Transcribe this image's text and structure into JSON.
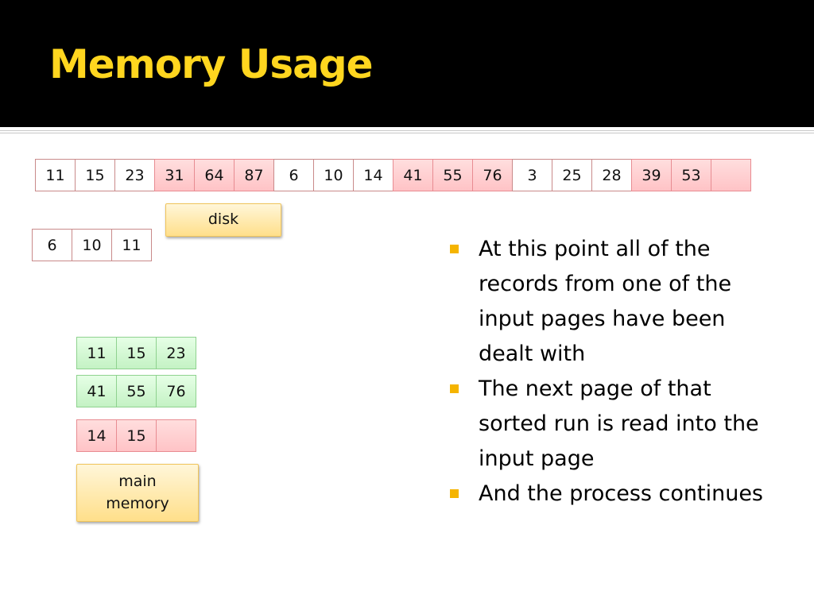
{
  "title": "Memory Usage",
  "colors": {
    "header_background": "#000000",
    "title": "#ffd61f",
    "bullet_marker": "#f5b400",
    "pink_cell": "#ffc3c6",
    "green_cell": "#c4f2c4",
    "callout": "#ffdf8a"
  },
  "disk_row": [
    {
      "value": "11",
      "color": "white"
    },
    {
      "value": "15",
      "color": "white"
    },
    {
      "value": "23",
      "color": "white"
    },
    {
      "value": "31",
      "color": "pink"
    },
    {
      "value": "64",
      "color": "pink"
    },
    {
      "value": "87",
      "color": "pink"
    },
    {
      "value": "6",
      "color": "white"
    },
    {
      "value": "10",
      "color": "white"
    },
    {
      "value": "14",
      "color": "white"
    },
    {
      "value": "41",
      "color": "pink"
    },
    {
      "value": "55",
      "color": "pink"
    },
    {
      "value": "76",
      "color": "pink"
    },
    {
      "value": "3",
      "color": "white"
    },
    {
      "value": "25",
      "color": "white"
    },
    {
      "value": "28",
      "color": "white"
    },
    {
      "value": "39",
      "color": "pink"
    },
    {
      "value": "53",
      "color": "pink"
    },
    {
      "value": "",
      "color": "pink"
    }
  ],
  "disk_label": "disk",
  "output_row": [
    "6",
    "10",
    "11"
  ],
  "memory_pages": [
    {
      "values": [
        "11",
        "15",
        "23"
      ],
      "color": "green"
    },
    {
      "values": [
        "41",
        "55",
        "76"
      ],
      "color": "green"
    },
    {
      "values": [
        "14",
        "15",
        ""
      ],
      "color": "pink"
    }
  ],
  "memory_label": "main memory",
  "bullets": [
    "At this point all of the records from one of the input pages have been dealt with",
    "The next page of that sorted run is read into the input page",
    "And the process continues"
  ]
}
